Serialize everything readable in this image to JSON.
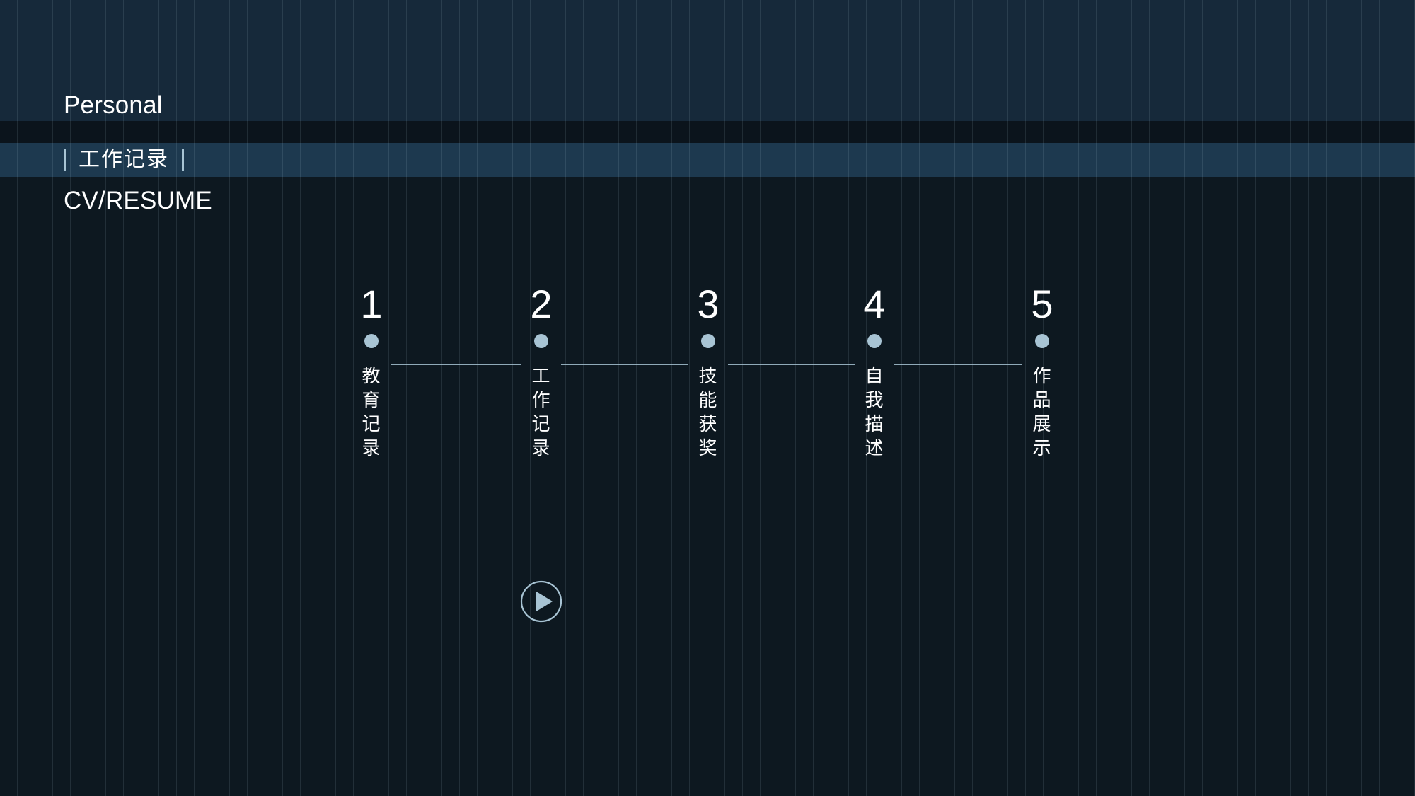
{
  "header": {
    "title_line1": "Personal",
    "title_line2": "CV/RESUME",
    "band_color": "#16293a"
  },
  "section": {
    "left_pipe": "|",
    "title": "工作记录",
    "right_pipe": "|",
    "band_color": "#1d394f",
    "accent_color": "#a8c4d4"
  },
  "timeline": {
    "accent_color": "#a8c4d4",
    "steps": [
      {
        "number": "1",
        "label": "教育记录",
        "chars": [
          "教",
          "育",
          "记",
          "录"
        ]
      },
      {
        "number": "2",
        "label": "工作记录",
        "chars": [
          "工",
          "作",
          "记",
          "录"
        ]
      },
      {
        "number": "3",
        "label": "技能获奖",
        "chars": [
          "技",
          "能",
          "获",
          "奖"
        ]
      },
      {
        "number": "4",
        "label": "自我描述",
        "chars": [
          "自",
          "我",
          "描",
          "述"
        ]
      },
      {
        "number": "5",
        "label": "作品展示",
        "chars": [
          "作",
          "品",
          "展",
          "示"
        ]
      }
    ]
  },
  "play_button": {
    "icon": "play-icon",
    "color": "#a8c4d4"
  },
  "background": {
    "page_color": "#0d1820",
    "gap_band_color": "#0b141c",
    "stripe_color": "#2a3b47"
  }
}
